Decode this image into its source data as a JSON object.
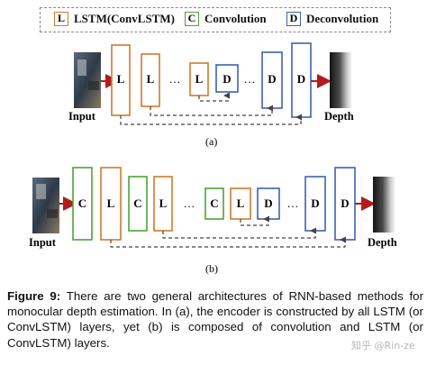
{
  "legend": {
    "items": [
      {
        "letter": "L",
        "label": "LSTM(ConvLSTM)",
        "color": "#d07a2c"
      },
      {
        "letter": "C",
        "label": "Convolution",
        "color": "#4fa13a"
      },
      {
        "letter": "D",
        "label": "Deconvolution",
        "color": "#3d62b0"
      }
    ]
  },
  "diagram_a": {
    "input_label": "Input",
    "output_label": "Depth",
    "blocks": [
      "L",
      "L",
      "…",
      "L",
      "D",
      "…",
      "D",
      "D"
    ],
    "sub_label": "(a)"
  },
  "diagram_b": {
    "input_label": "Input",
    "output_label": "Depth",
    "blocks": [
      "C",
      "L",
      "C",
      "L",
      "…",
      "C",
      "L",
      "D",
      "…",
      "D",
      "D"
    ],
    "sub_label": "(b)"
  },
  "caption": {
    "prefix": "Figure 9:",
    "text": "There are two general architectures of RNN-based methods for monocular depth estimation. In (a), the encoder is constructed by all LSTM (or ConvLSTM) layers, yet (b) is composed of convolution and LSTM (or ConvLSTM) layers."
  },
  "watermark": "知乎 @Rin-ze",
  "colors": {
    "lstm": "#d07a2c",
    "conv": "#4fa13a",
    "deconv": "#3d62b0",
    "arrow": "#b01c1c",
    "skip": "#444444"
  }
}
